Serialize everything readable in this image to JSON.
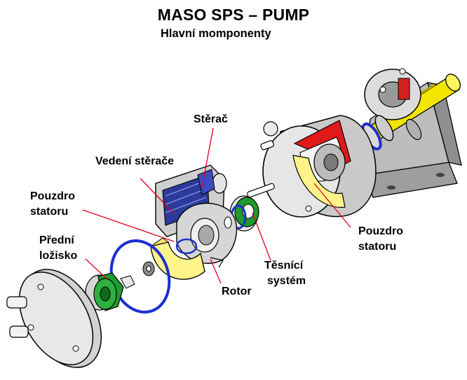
{
  "title": "MASO SPS – PUMP",
  "subtitle": "Hlavní momponenty",
  "labels": {
    "sterac": "Stěrač",
    "vedeni_sterace": "Vedení stěrače",
    "pouzdro_statoru_left_1": "Pouzdro",
    "pouzdro_statoru_left_2": "statoru",
    "predni_lozisko_1": "Přední",
    "predni_lozisko_2": "ložisko",
    "tesnici_system_1": "Těsnící",
    "tesnici_system_2": "systém",
    "rotor": "Rotor",
    "pouzdro_statoru_right_1": "Pouzdro",
    "pouzdro_statoru_right_2": "statoru"
  },
  "colors": {
    "leader_line": "#e0001b",
    "stator_yellow": "#fff38a",
    "seal_green": "#1e9b2e",
    "oring_blue": "#1d2fd0",
    "wiper_blue": "#2c3a9a",
    "housing_grey": "#cfcfcf",
    "shaft_yellow": "#f2e600"
  }
}
